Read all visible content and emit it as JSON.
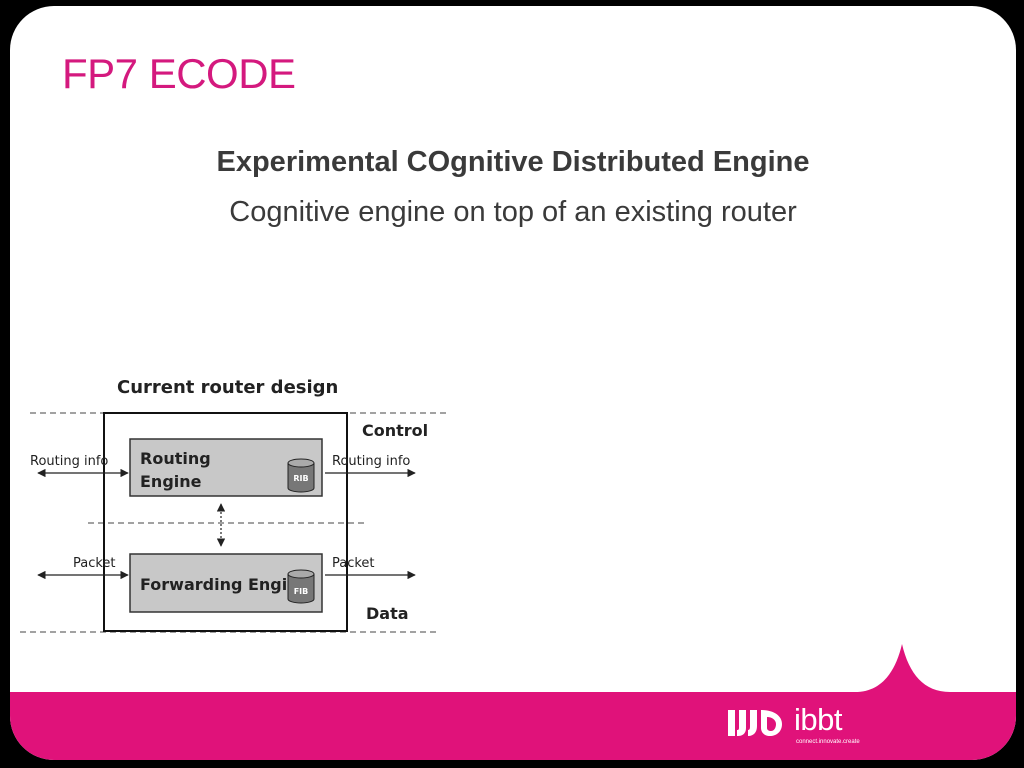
{
  "slide": {
    "title": "FP7 ECODE",
    "heading": "Experimental COgnitive Distributed Engine",
    "subheading": "Cognitive engine on top of an existing router"
  },
  "diagram": {
    "title": "Current router design",
    "control_label": "Control",
    "data_label": "Data",
    "routing_engine": {
      "line1": "Routing",
      "line2": "Engine",
      "db": "RIB"
    },
    "forwarding_engine": {
      "label": "Forwarding Engi",
      "db": "FIB"
    },
    "left_top": "Routing info",
    "right_top": "Routing info",
    "left_bottom": "Packet",
    "right_bottom": "Packet"
  },
  "brand": {
    "name": "ibbt",
    "tagline": "connect.innovate.create",
    "accent": "#e0127a",
    "title_color": "#d4197e"
  }
}
